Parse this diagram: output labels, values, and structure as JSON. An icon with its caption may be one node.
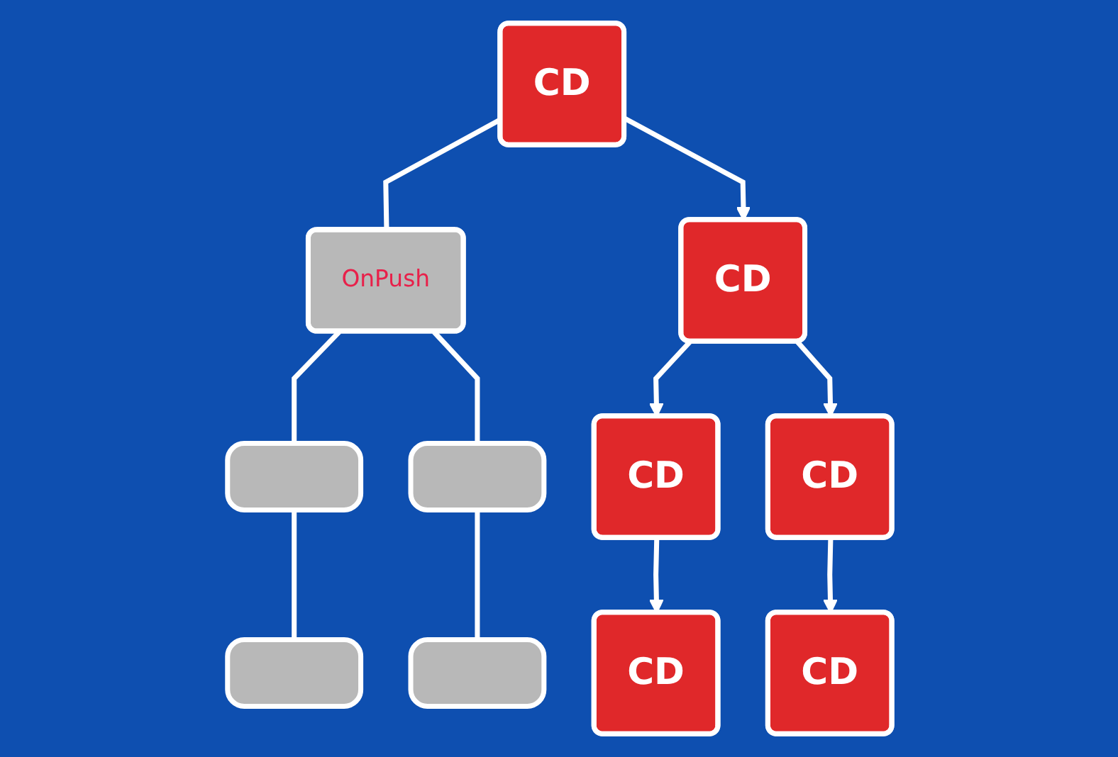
{
  "diagram": {
    "nodes": [
      {
        "text": [
          "CD"
        ]
      },
      {
        "text": [
          "OnPush"
        ]
      },
      {
        "text": [
          "CD"
        ]
      },
      {
        "text": [],
        "shape": "box"
      },
      {
        "text": [],
        "shape": "box"
      },
      {
        "text": [
          "CD"
        ]
      },
      {
        "text": [
          "CD"
        ]
      },
      {
        "text": [],
        "shape": "box"
      },
      {
        "text": [],
        "shape": "box"
      },
      {
        "text": [
          "CD"
        ]
      },
      {
        "text": [
          "CD"
        ]
      }
    ],
    "edges": [
      {
        "from": 0,
        "to": 1,
        "arrow": "none"
      },
      {
        "from": 0,
        "to": 2,
        "arrow": "to"
      },
      {
        "from": 1,
        "to": 3,
        "arrow": "none"
      },
      {
        "from": 1,
        "to": 4,
        "arrow": "none"
      },
      {
        "from": 2,
        "to": 5,
        "arrow": "to"
      },
      {
        "from": 2,
        "to": 6,
        "arrow": "to"
      },
      {
        "from": 3,
        "to": 7,
        "arrow": "none"
      },
      {
        "from": 4,
        "to": 8,
        "arrow": "none"
      },
      {
        "from": 5,
        "to": 9,
        "arrow": "to"
      },
      {
        "from": 6,
        "to": 10,
        "arrow": "to"
      }
    ]
  }
}
